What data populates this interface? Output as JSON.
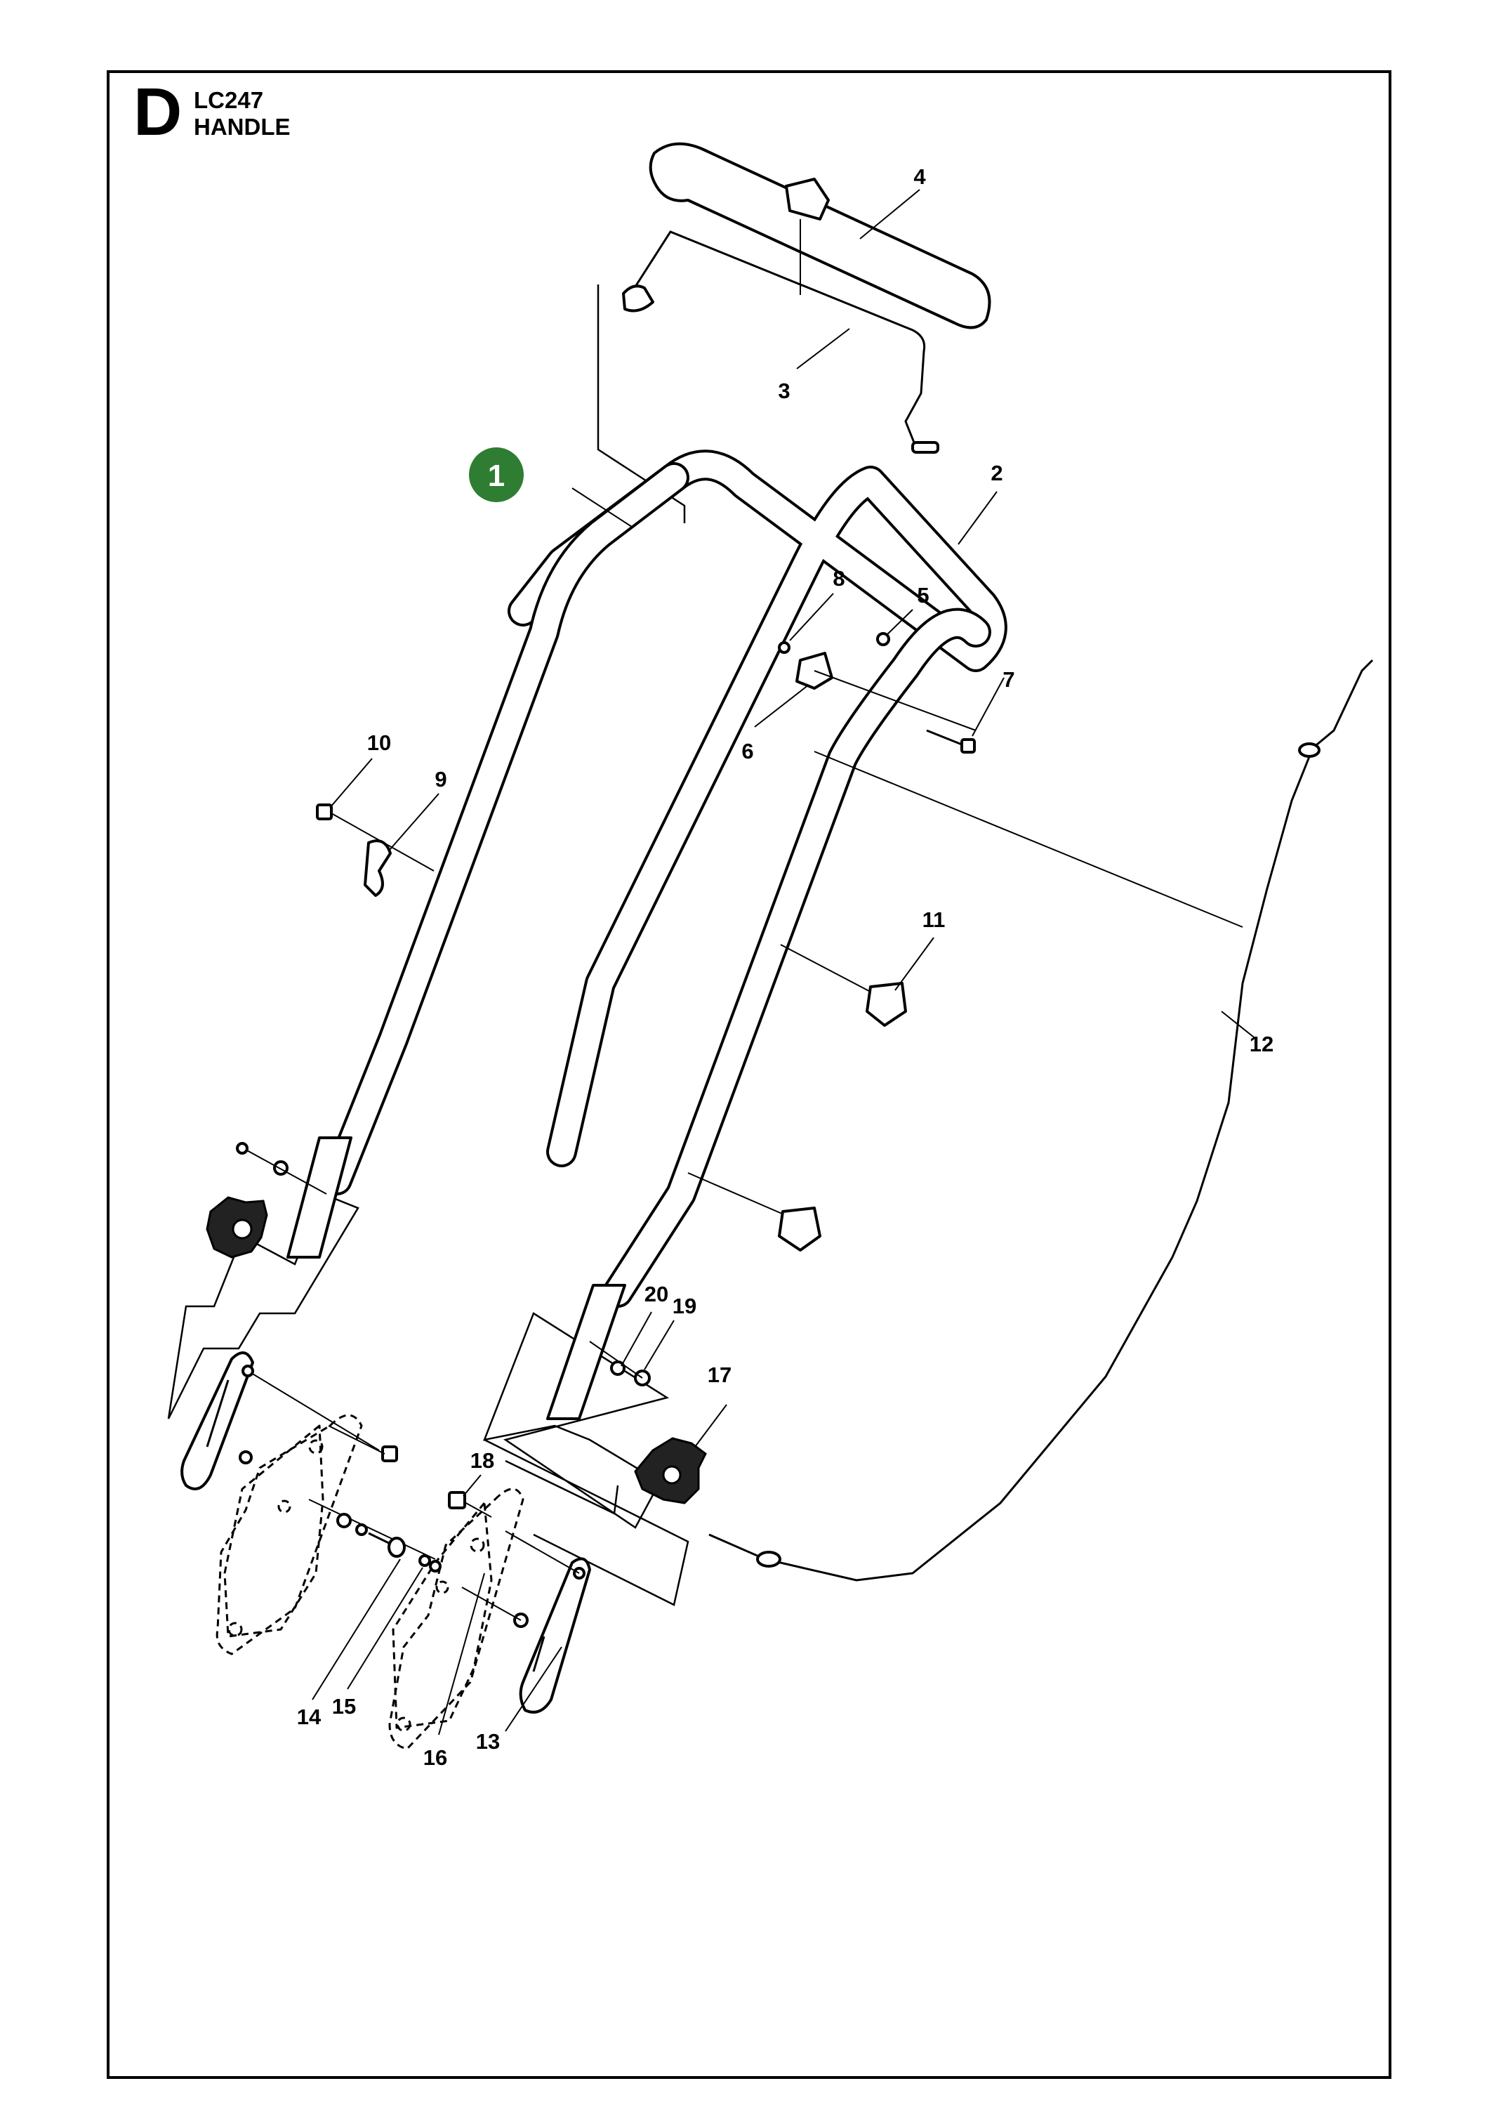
{
  "header": {
    "section_letter": "D",
    "model": "LC247",
    "group": "HANDLE"
  },
  "marker": {
    "label": "1",
    "color": "#2e7d32"
  },
  "callouts": [
    "2",
    "3",
    "4",
    "5",
    "6",
    "7",
    "8",
    "9",
    "10",
    "11",
    "12",
    "13",
    "14",
    "15",
    "16",
    "17",
    "18",
    "19",
    "20"
  ],
  "icons": {
    "parts": [
      "handle-grip-icon",
      "control-bar-icon",
      "upper-handle-icon",
      "lower-handle-icon",
      "cable-icon",
      "cable-clip-icon",
      "knob-icon",
      "bracket-plate-icon",
      "bolt-icon",
      "washer-icon",
      "nut-icon"
    ]
  }
}
